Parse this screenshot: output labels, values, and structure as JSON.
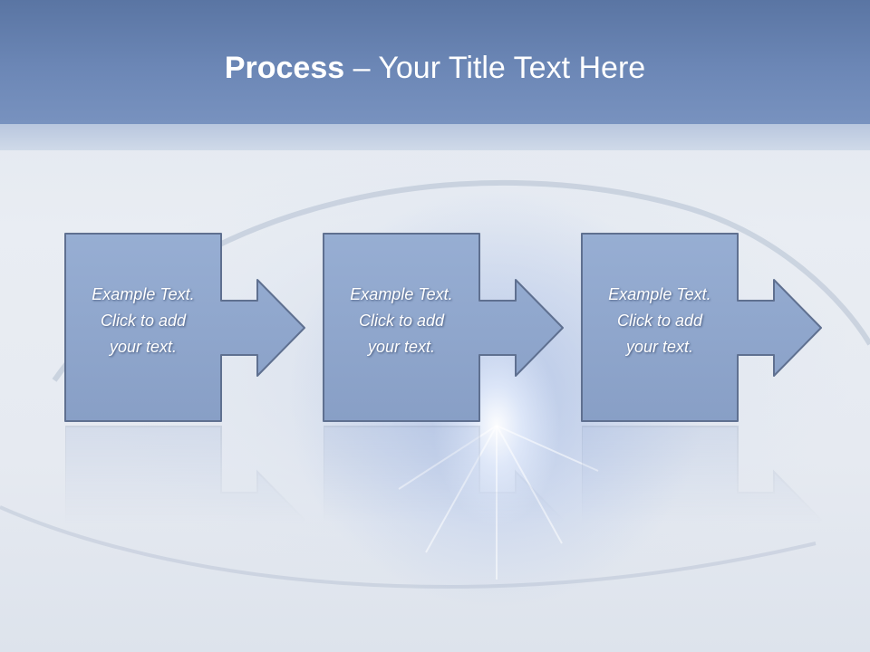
{
  "slide": {
    "title_bold": "Process",
    "title_rest": " – Your Title Text Here",
    "colors": {
      "title_bar": "#6c87b6",
      "box_fill": "#8fa6cc",
      "box_stroke": "#5e6f8e",
      "text": "#ffffff"
    },
    "steps": [
      {
        "line1": "Example Text.",
        "line2": "Click  to add",
        "line3": "your text."
      },
      {
        "line1": "Example Text.",
        "line2": "Click  to add",
        "line3": "your text."
      },
      {
        "line1": "Example Text.",
        "line2": "Click  to add",
        "line3": "your text."
      }
    ]
  }
}
